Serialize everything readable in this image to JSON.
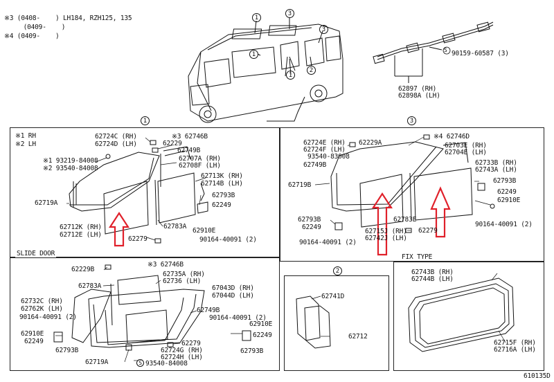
{
  "header_notes": {
    "n1": "※3 (0408-    ) LH184, RZH125, 135",
    "n2": "     (0409-    )",
    "n3": "※4 (0409-    )"
  },
  "overview": {
    "markers": [
      "1",
      "3",
      "1",
      "3",
      "1",
      "2"
    ],
    "strip_bolt": "90159-60587 (3)",
    "strip_rh": "62897 (RH)",
    "strip_lh": "62898A (LH)"
  },
  "panel1": {
    "marker": "1",
    "note_rh": "※1 RH",
    "note_lh": "※2 LH",
    "labels": {
      "a": "62724C (RH)",
      "b": "62724D (LH)",
      "c": "※3 62746B",
      "d": "62229",
      "e": "62749B",
      "f": "62707A (RH)",
      "g": "62708F (LH)",
      "h": "※1 93219-84008",
      "i": "※2 93540-84008",
      "j": "62713K (RH)",
      "k": "62714B (LH)",
      "l": "62719A",
      "m": "62793B",
      "n": "62249",
      "o": "62712K (RH)",
      "p": "62712E (LH)",
      "q": "62783A",
      "r": "62910E",
      "s": "62279",
      "t": "90164-40091 (2)"
    }
  },
  "panel3": {
    "marker": "3",
    "labels": {
      "a": "62724E (RH)",
      "b": "62724F (LH)",
      "c": "62229A",
      "d": "※4 62746D",
      "e": "93540-83008",
      "f": "62703E (RH)",
      "g": "62704E (LH)",
      "h": "62749B",
      "i": "62733B (RH)",
      "j": "62743A (LH)",
      "k": "62719B",
      "l": "62793B",
      "m": "62249",
      "n": "62910E",
      "o": "62793B",
      "p": "62783E",
      "q": "62249",
      "r": "62715J (RH)",
      "s": "62742J (LH)",
      "t": "62279",
      "u": "90164-40091 (2)",
      "v": "90164-40091 (2)"
    }
  },
  "slide_door": {
    "title": "SLIDE DOOR",
    "labels": {
      "a": "62229B",
      "b": "※3 62746B",
      "c": "62735A (RH)",
      "d": "62736 (LH)",
      "e": "62783A",
      "f": "67043D (RH)",
      "g": "67044D (LH)",
      "h": "62732C (RH)",
      "i": "62762K (LH)",
      "j": "62749B",
      "k": "90164-40091 (2)",
      "l": "90164-40091 (2)",
      "m": "62910E",
      "n": "62249",
      "o": "62910E",
      "p": "62249",
      "q": "62279",
      "r": "62724G (RH)",
      "s": "62724H (LH)",
      "t": "62793B",
      "u": "62793B",
      "v": "62719A",
      "w": "93540-84008"
    }
  },
  "panel2": {
    "marker": "2",
    "labels": {
      "a": "62741D",
      "b": "62712"
    }
  },
  "fix_type": {
    "title": "FIX TYPE",
    "labels": {
      "a": "62743B (RH)",
      "b": "62744B (LH)",
      "c": "62715F (RH)",
      "d": "62716A (LH)"
    }
  },
  "figure_id": "610135D",
  "colors": {
    "highlight_arrow": "#e0202a",
    "line": "#111111"
  }
}
